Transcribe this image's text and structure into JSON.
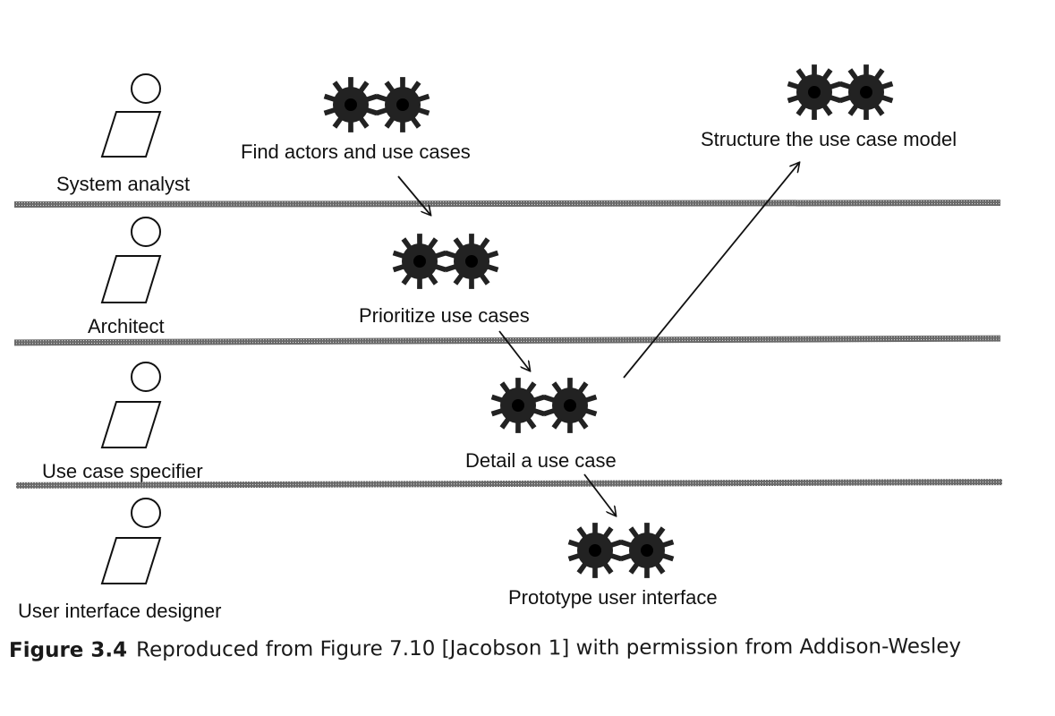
{
  "swimlanes": [
    {
      "id": "system-analyst",
      "worker": "System analyst"
    },
    {
      "id": "architect",
      "worker": "Architect"
    },
    {
      "id": "use-case-specifier",
      "worker": "Use case specifier"
    },
    {
      "id": "user-interface-designer",
      "worker": "User interface designer"
    }
  ],
  "activities": [
    {
      "id": "find-actors",
      "lane": "system-analyst",
      "label": "Find actors and use cases",
      "icon": "gears-icon"
    },
    {
      "id": "structure-model",
      "lane": "system-analyst",
      "label": "Structure the use case model",
      "icon": "gears-icon"
    },
    {
      "id": "prioritize",
      "lane": "architect",
      "label": "Prioritize use cases",
      "icon": "gears-icon"
    },
    {
      "id": "detail",
      "lane": "use-case-specifier",
      "label": "Detail a use case",
      "icon": "gears-icon"
    },
    {
      "id": "prototype",
      "lane": "user-interface-designer",
      "label": "Prototype user interface",
      "icon": "gears-icon"
    }
  ],
  "flows": [
    {
      "from": "find-actors",
      "to": "prioritize"
    },
    {
      "from": "prioritize",
      "to": "detail"
    },
    {
      "from": "detail",
      "to": "structure-model"
    },
    {
      "from": "detail",
      "to": "prototype"
    }
  ],
  "caption": {
    "figure_label": "Figure 3.4",
    "text": "Reproduced from Figure 7.10 [Jacobson 1] with permission from Addison-Wesley"
  },
  "colors": {
    "ink": "#111111",
    "gear": "#222222",
    "lane_line": "#555555"
  }
}
